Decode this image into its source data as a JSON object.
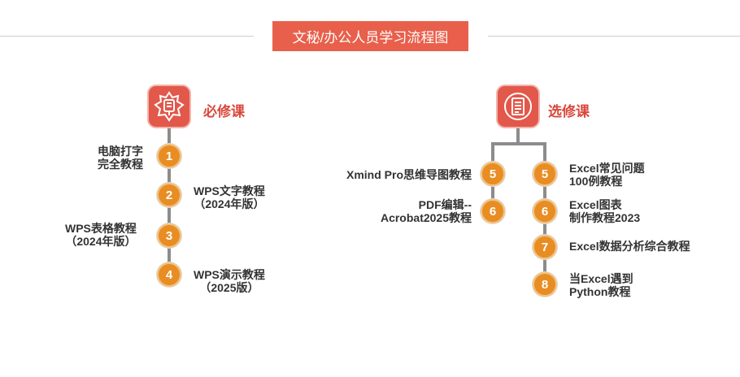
{
  "title": "文秘/办公人员学习流程图",
  "required": {
    "label": "必修课",
    "icon": "temple-shield-icon",
    "items": [
      {
        "number": "1",
        "lines": [
          "电脑打字",
          "完全教程"
        ]
      },
      {
        "number": "2",
        "lines": [
          "WPS文字教程",
          "（2024年版）"
        ]
      },
      {
        "number": "3",
        "lines": [
          "WPS表格教程",
          "（2024年版）"
        ]
      },
      {
        "number": "4",
        "lines": [
          "WPS演示教程",
          "（2025版）"
        ]
      }
    ]
  },
  "elective": {
    "label": "选修课",
    "icon": "document-list-icon",
    "left_branch": [
      {
        "number": "5",
        "lines": [
          "Xmind Pro思维导图教程"
        ]
      },
      {
        "number": "6",
        "lines": [
          "PDF编辑--",
          "Acrobat2025教程"
        ]
      }
    ],
    "right_branch": [
      {
        "number": "5",
        "lines": [
          "Excel常见问题",
          "100例教程"
        ]
      },
      {
        "number": "6",
        "lines": [
          "Excel图表",
          "制作教程2023"
        ]
      },
      {
        "number": "7",
        "lines": [
          "Excel数据分析综合教程"
        ]
      },
      {
        "number": "8",
        "lines": [
          "当Excel遇到",
          "Python教程"
        ]
      }
    ]
  },
  "colors": {
    "banner": "#e8604c",
    "icon_box": "#e2584a",
    "badge": "#e88d24",
    "connector": "#8c8c8c",
    "category_text": "#d9483b"
  }
}
